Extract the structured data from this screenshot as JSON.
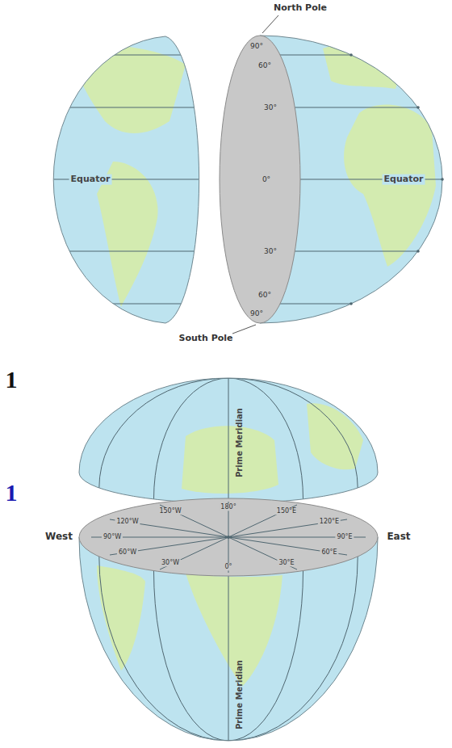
{
  "diagram": {
    "labels": [
      "North Pole",
      "90°",
      "60°",
      "Equator",
      "30°",
      "0°",
      "Equator",
      "30°",
      "60°",
      "90°",
      "South Pole",
      "1",
      "Prime Meridian",
      "1",
      "150°W",
      "180°",
      "150°E",
      "120°W",
      "120°E",
      "West",
      "90°W",
      "90°E",
      "East",
      "60°W",
      "60°E",
      "30°W",
      "0°",
      "30°E",
      "Prime Meridian"
    ]
  }
}
